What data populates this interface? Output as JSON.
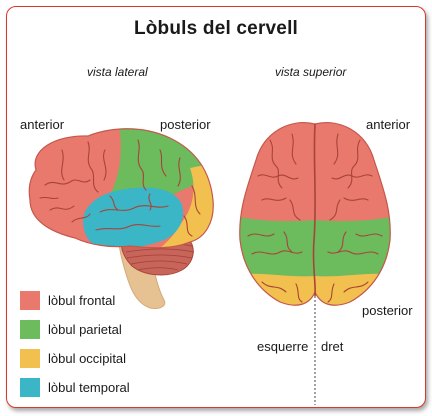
{
  "title": "Lòbuls del cervell",
  "views": {
    "lateral": "vista lateral",
    "superior": "vista superior"
  },
  "labels": {
    "lateral_anterior": "anterior",
    "lateral_posterior": "posterior",
    "superior_anterior": "anterior",
    "superior_posterior": "posterior",
    "left": "esquerre",
    "right": "dret"
  },
  "legend": [
    {
      "label": "lòbul frontal",
      "color": "#e9786d"
    },
    {
      "label": "lòbul parietal",
      "color": "#6cbb5c"
    },
    {
      "label": "lòbul occipital",
      "color": "#f2c04e"
    },
    {
      "label": "lòbul temporal",
      "color": "#3bb6c6"
    }
  ],
  "colors": {
    "frame": "#d8392b",
    "frontal": "#e9786d",
    "parietal": "#6cbb5c",
    "occipital": "#f2c04e",
    "temporal": "#3bb6c6",
    "cerebellum": "#c8655a",
    "brainstem": "#e6c192",
    "sulcus": "#a8443a"
  }
}
